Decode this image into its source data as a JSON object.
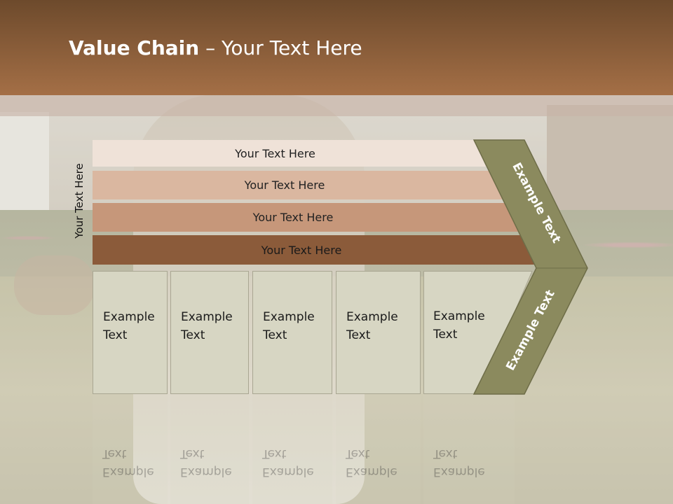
{
  "slide": {
    "title_bold": "Value Chain",
    "title_rest": " – Your Text Here",
    "side_label": "Your Text Here"
  },
  "stripes": [
    {
      "label": "Your Text Here"
    },
    {
      "label": "Your Text Here"
    },
    {
      "label": "Your Text Here"
    },
    {
      "label": "Your Text Here"
    }
  ],
  "boxes": [
    {
      "line1": "Example",
      "line2": "Text"
    },
    {
      "line1": "Example",
      "line2": "Text"
    },
    {
      "line1": "Example",
      "line2": "Text"
    },
    {
      "line1": "Example",
      "line2": "Text"
    },
    {
      "line1": "Example",
      "line2": "Text"
    }
  ],
  "chevron": {
    "upper_label": "Example Text",
    "lower_label": "Example Text"
  },
  "colors": {
    "header": "#8a5c38",
    "chevron": "#8b8a5e",
    "box": "#d7d6c3"
  }
}
